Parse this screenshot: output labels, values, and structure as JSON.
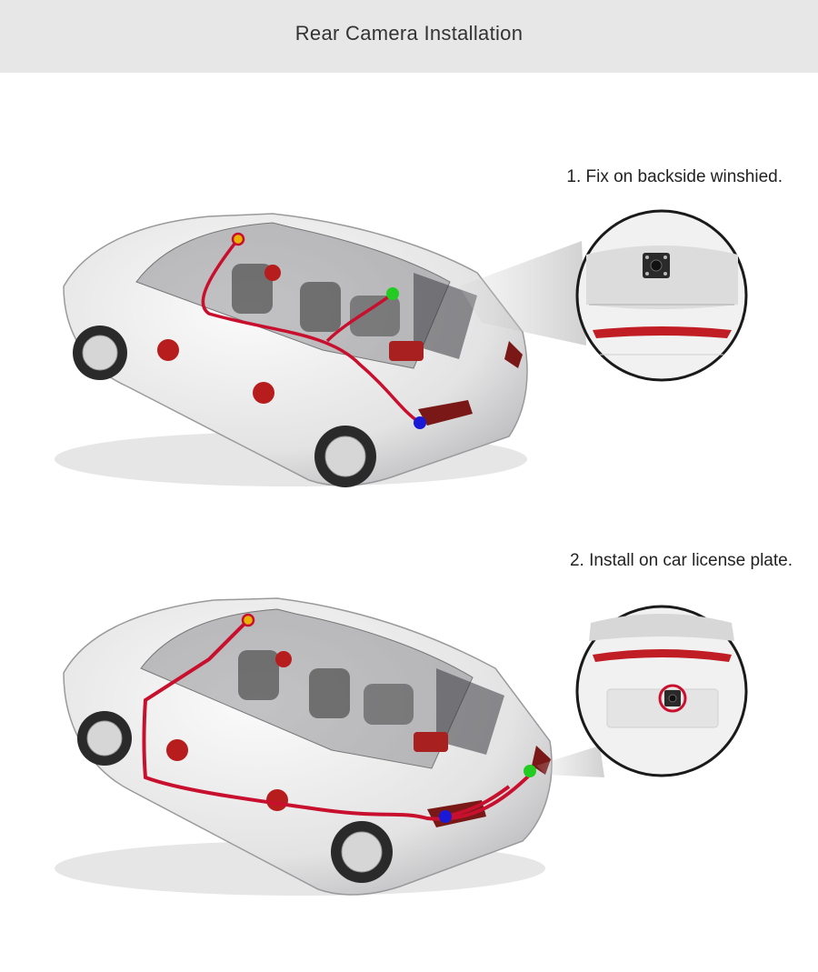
{
  "header": {
    "title": "Rear Camera Installation"
  },
  "steps": [
    {
      "label": "1. Fix on backside winshied."
    },
    {
      "label": "2. Install on car license plate."
    }
  ],
  "colors": {
    "header_bg": "#e7e7e7",
    "cable": "#c8102e",
    "marker_power": "#e8b300",
    "marker_camera": "#22cc22",
    "marker_reverse": "#1a1ad6",
    "car_body": "#e9e9ea"
  },
  "markers": [
    "power-connection-marker",
    "camera-mount-marker",
    "reverse-light-marker"
  ]
}
